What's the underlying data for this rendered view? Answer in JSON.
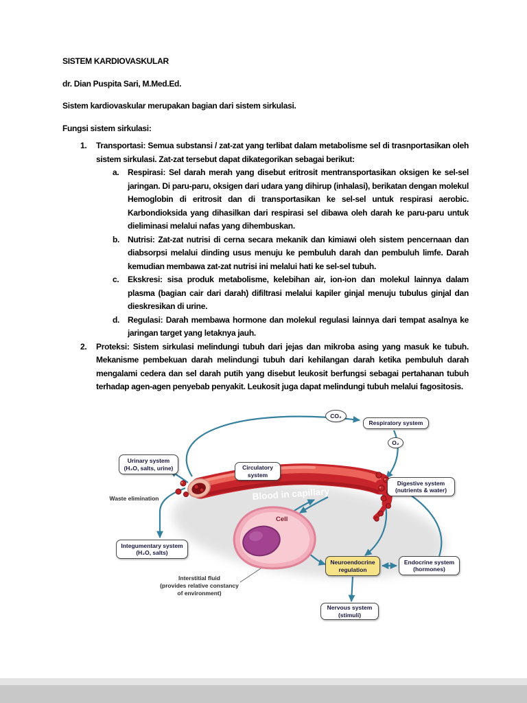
{
  "doc": {
    "title": "SISTEM KARDIOVASKULAR",
    "author": "dr. Dian Puspita Sari, M.Med.Ed.",
    "intro": "Sistem kardiovaskular merupakan bagian dari sistem sirkulasi.",
    "section_heading": "Fungsi sistem sirkulasi:",
    "list": [
      {
        "marker": "1.",
        "text": "Transportasi: Semua substansi / zat-zat yang terlibat dalam metabolisme sel di trasnportasikan oleh sistem sirkulasi. Zat-zat tersebut dapat dikategorikan sebagai berikut:",
        "subitems": [
          {
            "marker": "a.",
            "text": "Respirasi: Sel darah merah yang disebut eritrosit mentransportasikan oksigen ke sel-sel jaringan. Di paru-paru, oksigen dari udara yang dihirup (inhalasi), berikatan dengan molekul Hemoglobin di eritrosit dan di transportasikan ke sel-sel untuk respirasi aerobic. Karbondioksida yang dihasilkan dari respirasi sel dibawa oleh darah ke paru-paru untuk dieliminasi melalui nafas yang dihembuskan."
          },
          {
            "marker": "b.",
            "text": "Nutrisi: Zat-zat nutrisi di cerna secara mekanik dan kimiawi oleh sistem pencernaan dan diabsorpsi melalui dinding usus menuju ke pembuluh darah dan pembuluh limfe. Darah kemudian membawa zat-zat nutrisi ini melalui hati ke sel-sel tubuh."
          },
          {
            "marker": "c.",
            "text": "Ekskresi: sisa produk metabolisme, kelebihan air, ion-ion dan molekul lainnya dalam plasma (bagian cair dari darah) difiltrasi melalui kapiler ginjal menuju tubulus ginjal dan dieskresikan di urine."
          },
          {
            "marker": "d.",
            "text": "Regulasi: Darah membawa hormone dan molekul regulasi lainnya dari tempat asalnya ke jaringan target yang letaknya jauh."
          }
        ]
      },
      {
        "marker": "2.",
        "text": "Proteksi: Sistem sirkulasi melindungi tubuh dari jejas dan mikroba asing yang masuk ke tubuh. Mekanisme pembekuan darah melindungi tubuh dari kehilangan darah ketika pembuluh darah mengalami cedera dan sel darah putih yang disebut leukosit berfungsi sebagai pertahanan tubuh terhadap agen-agen penyebab penyakit. Leukosit juga dapat melindungi tubuh melalui fagositosis."
      }
    ]
  },
  "diagram": {
    "labels": {
      "co2": "CO₂",
      "o2": "O₂",
      "blood_in_capillary": "Blood in capillary",
      "cell": "Cell",
      "waste_elimination": "Waste elimination",
      "interstitial": {
        "lines": [
          "Interstitial fluid",
          "(provides relative constancy",
          "of environment)"
        ]
      }
    },
    "boxes": {
      "respiratory": {
        "lines": [
          "Respiratory system",
          ""
        ]
      },
      "urinary": {
        "lines": [
          "Urinary system",
          "(H₂O, salts, urine)"
        ]
      },
      "circulatory": {
        "lines": [
          "Circulatory",
          "system"
        ]
      },
      "digestive": {
        "lines": [
          "Digestive system",
          "(nutrients & water)"
        ]
      },
      "integumentary": {
        "lines": [
          "Integumentary system",
          "(H₂O, salts)"
        ]
      },
      "neuroendocrine": {
        "lines": [
          "Neuroendocrine",
          "regulation"
        ]
      },
      "endocrine": {
        "lines": [
          "Endocrine system",
          "(hormones)"
        ]
      },
      "nervous": {
        "lines": [
          "Nervous system",
          "(stimuli)"
        ]
      }
    },
    "colors": {
      "arrow": "#35809f",
      "capillary_red": "#c8242b",
      "cell_pink": "#f3aebb",
      "nucleus_purple": "#a34390",
      "highlight_yellow": "#f6e388"
    }
  }
}
